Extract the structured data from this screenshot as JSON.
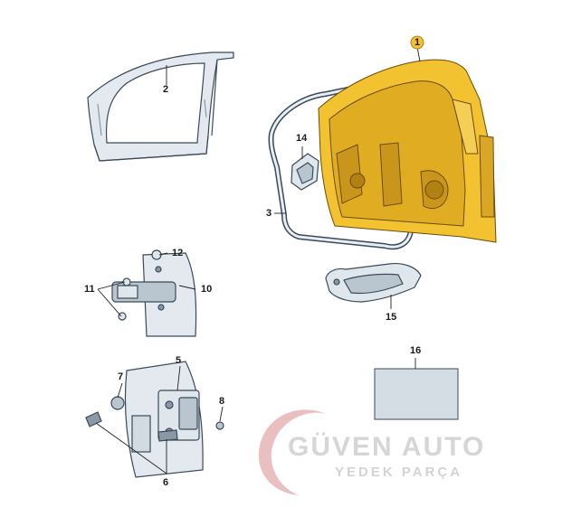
{
  "callouts": {
    "c1": "1",
    "c2": "2",
    "c3": "3",
    "c5": "5",
    "c6": "6",
    "c7": "7",
    "c8": "8",
    "c10": "10",
    "c11": "11",
    "c12": "12",
    "c14": "14",
    "c15": "15",
    "c16": "16"
  },
  "watermark": {
    "brand": "GÜVEN AUTO",
    "tagline": "YEDEK PARÇA"
  },
  "colors": {
    "line": "#3a4a5a",
    "panel": "#dfe6ec",
    "panel_shadow": "#b9c5cf",
    "door_yellow": "#f2c230",
    "door_yellow_dark": "#c9951a",
    "callout_badge": "#f2c230",
    "watermark_red": "#d98b8b",
    "watermark_grey": "#c9c9c9"
  }
}
